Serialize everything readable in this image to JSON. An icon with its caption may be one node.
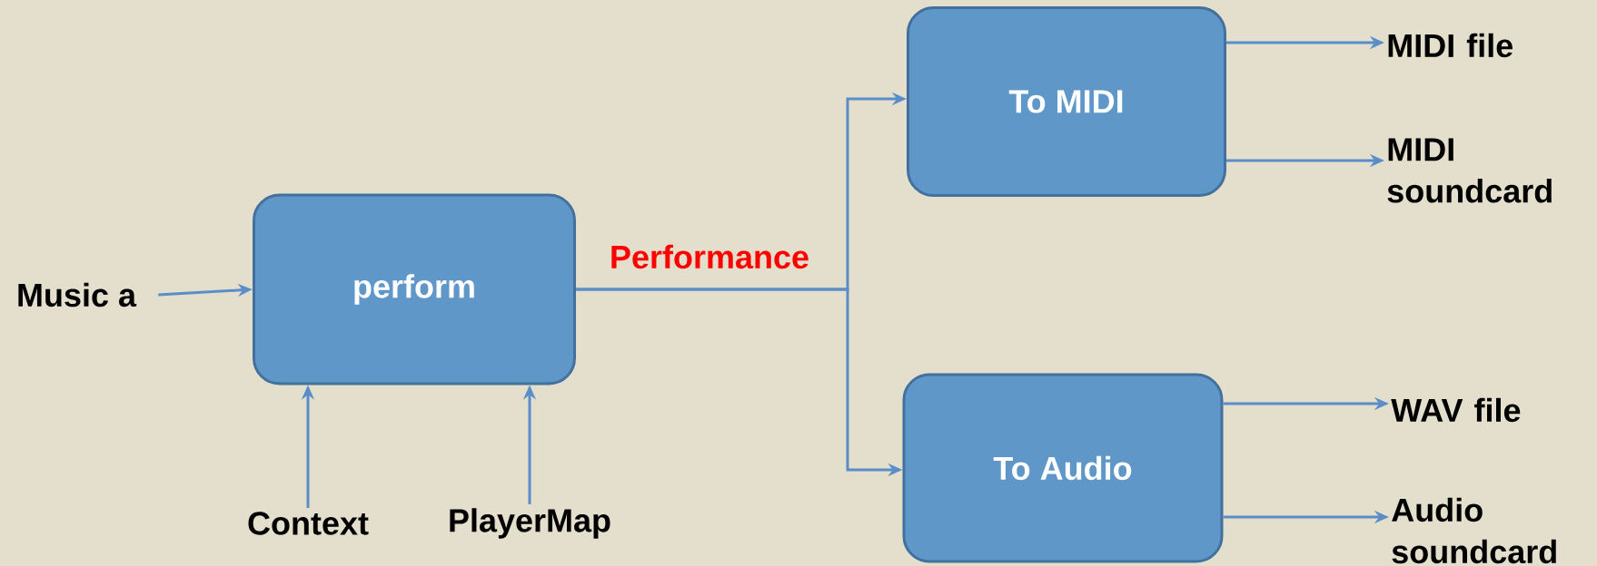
{
  "diagram": {
    "nodes": [
      {
        "text": [
          "Music a"
        ]
      },
      {
        "text": [
          "perform"
        ]
      },
      {
        "text": [
          "Context"
        ]
      },
      {
        "text": [
          "PlayerMap"
        ]
      },
      {
        "text": [
          "To MIDI"
        ]
      },
      {
        "text": [
          "To Audio"
        ]
      },
      {
        "text": [
          "MIDI file"
        ]
      },
      {
        "text": [
          "MIDI soundcard"
        ]
      },
      {
        "text": [
          "WAV file"
        ]
      },
      {
        "text": [
          "Audio soundcard"
        ]
      }
    ],
    "edges": [
      {
        "from": 0,
        "to": 1,
        "arrow": "to"
      },
      {
        "from": 2,
        "to": 1,
        "arrow": "to"
      },
      {
        "from": 3,
        "to": 1,
        "arrow": "to"
      },
      {
        "from": 1,
        "to": 4,
        "arrow": "to",
        "label": "Performance"
      },
      {
        "from": 1,
        "to": 5,
        "arrow": "to"
      },
      {
        "from": 4,
        "to": 6,
        "arrow": "to"
      },
      {
        "from": 4,
        "to": 7,
        "arrow": "to"
      },
      {
        "from": 5,
        "to": 8,
        "arrow": "to"
      },
      {
        "from": 5,
        "to": 9,
        "arrow": "to"
      }
    ]
  }
}
